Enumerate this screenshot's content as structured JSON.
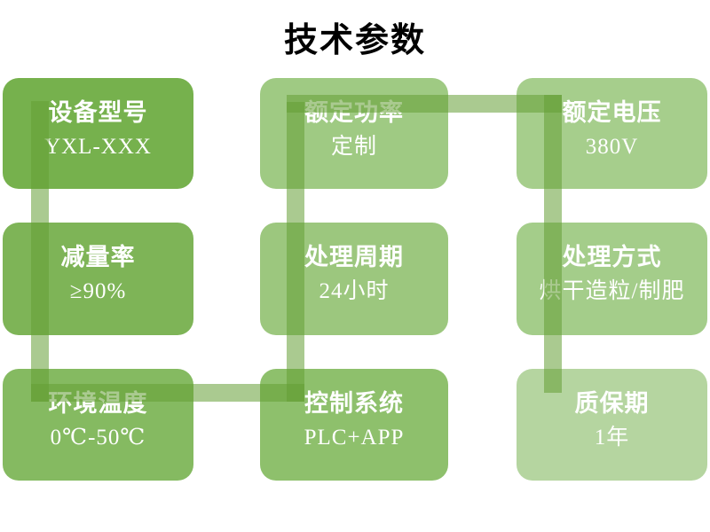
{
  "title": "技术参数",
  "boxes": [
    {
      "name": "device-model",
      "label": "设备型号",
      "value": "YXL-XXX",
      "color": "#76b14d"
    },
    {
      "name": "rated-power",
      "label": "额定功率",
      "value": "定制",
      "color": "#9fca83"
    },
    {
      "name": "rated-voltage",
      "label": "额定电压",
      "value": "380V",
      "color": "#a6ce8c"
    },
    {
      "name": "reduction-rate",
      "label": "减量率",
      "value": "≥90%",
      "color": "#7eb457"
    },
    {
      "name": "processing-cycle",
      "label": "处理周期",
      "value": "24小时",
      "color": "#9cc77e"
    },
    {
      "name": "processing-method",
      "label": "处理方式",
      "value": "烘干造粒/制肥",
      "color": "#a4cd8a"
    },
    {
      "name": "ambient-temperature",
      "label": "环境温度",
      "value": "0℃-50℃",
      "color": "#85ba61"
    },
    {
      "name": "control-system",
      "label": "控制系统",
      "value": "PLC+APP",
      "color": "#8ec06c"
    },
    {
      "name": "warranty-period",
      "label": "质保期",
      "value": "1年",
      "color": "#b5d5a0"
    }
  ],
  "colors": {
    "background": "#ffffff",
    "title_text": "#000000",
    "box_text": "#ffffff",
    "connector": "rgba(100,158,53,0.55)"
  }
}
